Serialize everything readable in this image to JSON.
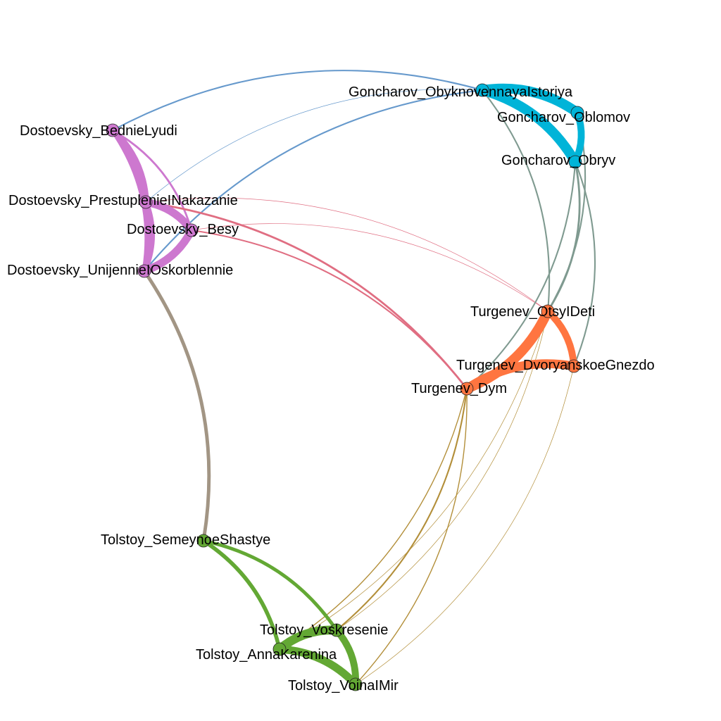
{
  "colors": {
    "dostoevsky": "#cd78cf",
    "goncharov": "#00b4d8",
    "turgenev": "#ff7540",
    "tolstoy": "#63a834",
    "goncharov_dostoevsky": "#6699cc",
    "dostoevsky_turgenev": "#e06e82",
    "goncharov_turgenev": "#7f9a90",
    "turgenev_tolstoy": "#b38f3a",
    "dostoevsky_tolstoy": "#a29584"
  },
  "nodes": [
    {
      "id": "d_bedni",
      "label": "Dostoevsky_BednieLyudi",
      "group": "dostoevsky"
    },
    {
      "id": "d_prest",
      "label": "Dostoevsky_PrestuplenieINakazanie",
      "group": "dostoevsky"
    },
    {
      "id": "d_besy",
      "label": "Dostoevsky_Besy",
      "group": "dostoevsky"
    },
    {
      "id": "d_uni",
      "label": "Dostoevsky_UnijennieIOskorblennie",
      "group": "dostoevsky"
    },
    {
      "id": "g_obyk",
      "label": "Goncharov_ObyknovennayaIstoriya",
      "group": "goncharov"
    },
    {
      "id": "g_oblom",
      "label": "Goncharov_Oblomov",
      "group": "goncharov"
    },
    {
      "id": "g_obryv",
      "label": "Goncharov_Obryv",
      "group": "goncharov"
    },
    {
      "id": "t_otsy",
      "label": "Turgenev_OtsyIDeti",
      "group": "turgenev"
    },
    {
      "id": "t_dvor",
      "label": "Turgenev_DvoryanskoeGnezdo",
      "group": "turgenev"
    },
    {
      "id": "t_dym",
      "label": "Turgenev_Dym",
      "group": "turgenev"
    },
    {
      "id": "l_semey",
      "label": "Tolstoy_SemeynoeShastye",
      "group": "tolstoy"
    },
    {
      "id": "l_voskr",
      "label": "Tolstoy_Voskresenie",
      "group": "tolstoy"
    },
    {
      "id": "l_anna",
      "label": "Tolstoy_AnnaKarenina",
      "group": "tolstoy"
    },
    {
      "id": "l_voina",
      "label": "Tolstoy_VoinaIMir",
      "group": "tolstoy"
    }
  ],
  "edges": [
    {
      "source": "d_bedni",
      "target": "d_prest",
      "weight": 14,
      "color": "dostoevsky"
    },
    {
      "source": "d_bedni",
      "target": "d_besy",
      "weight": 4,
      "color": "dostoevsky"
    },
    {
      "source": "d_bedni",
      "target": "d_uni",
      "weight": 10,
      "color": "dostoevsky"
    },
    {
      "source": "d_prest",
      "target": "d_besy",
      "weight": 16,
      "color": "dostoevsky"
    },
    {
      "source": "d_prest",
      "target": "d_uni",
      "weight": 12,
      "color": "dostoevsky"
    },
    {
      "source": "d_besy",
      "target": "d_uni",
      "weight": 16,
      "color": "dostoevsky"
    },
    {
      "source": "g_obyk",
      "target": "g_oblom",
      "weight": 20,
      "color": "goncharov"
    },
    {
      "source": "g_obyk",
      "target": "g_obryv",
      "weight": 20,
      "color": "goncharov"
    },
    {
      "source": "g_oblom",
      "target": "g_obryv",
      "weight": 14,
      "color": "goncharov"
    },
    {
      "source": "t_otsy",
      "target": "t_dym",
      "weight": 20,
      "color": "turgenev"
    },
    {
      "source": "t_otsy",
      "target": "t_dvor",
      "weight": 14,
      "color": "turgenev"
    },
    {
      "source": "t_dym",
      "target": "t_dvor",
      "weight": 18,
      "color": "turgenev"
    },
    {
      "source": "l_semey",
      "target": "l_anna",
      "weight": 8,
      "color": "tolstoy"
    },
    {
      "source": "l_semey",
      "target": "l_voskr",
      "weight": 7,
      "color": "tolstoy"
    },
    {
      "source": "l_anna",
      "target": "l_voskr",
      "weight": 18,
      "color": "tolstoy"
    },
    {
      "source": "l_anna",
      "target": "l_voina",
      "weight": 16,
      "color": "tolstoy"
    },
    {
      "source": "l_voskr",
      "target": "l_voina",
      "weight": 14,
      "color": "tolstoy"
    },
    {
      "source": "d_bedni",
      "target": "g_obyk",
      "weight": 3,
      "color": "goncharov_dostoevsky"
    },
    {
      "source": "d_prest",
      "target": "g_obyk",
      "weight": 1,
      "color": "goncharov_dostoevsky"
    },
    {
      "source": "d_uni",
      "target": "g_obyk",
      "weight": 3,
      "color": "goncharov_dostoevsky"
    },
    {
      "source": "d_prest",
      "target": "t_otsy",
      "weight": 1,
      "color": "dostoevsky_turgenev"
    },
    {
      "source": "d_prest",
      "target": "t_dym",
      "weight": 4,
      "color": "dostoevsky_turgenev"
    },
    {
      "source": "d_besy",
      "target": "t_dym",
      "weight": 3,
      "color": "dostoevsky_turgenev"
    },
    {
      "source": "d_besy",
      "target": "t_otsy",
      "weight": 1,
      "color": "dostoevsky_turgenev"
    },
    {
      "source": "g_obyk",
      "target": "t_otsy",
      "weight": 3,
      "color": "goncharov_turgenev"
    },
    {
      "source": "g_obryv",
      "target": "t_otsy",
      "weight": 4,
      "color": "goncharov_turgenev"
    },
    {
      "source": "g_obryv",
      "target": "t_dym",
      "weight": 3,
      "color": "goncharov_turgenev"
    },
    {
      "source": "g_obryv",
      "target": "t_dvor",
      "weight": 3,
      "color": "goncharov_turgenev"
    },
    {
      "source": "g_oblom",
      "target": "t_otsy",
      "weight": 3,
      "color": "goncharov_turgenev"
    },
    {
      "source": "d_uni",
      "target": "l_semey",
      "weight": 7,
      "color": "dostoevsky_tolstoy"
    },
    {
      "source": "t_otsy",
      "target": "l_anna",
      "weight": 1,
      "color": "turgenev_tolstoy"
    },
    {
      "source": "t_dym",
      "target": "l_anna",
      "weight": 2,
      "color": "turgenev_tolstoy"
    },
    {
      "source": "t_dym",
      "target": "l_voskr",
      "weight": 3,
      "color": "turgenev_tolstoy"
    },
    {
      "source": "t_dym",
      "target": "l_voina",
      "weight": 2,
      "color": "turgenev_tolstoy"
    },
    {
      "source": "t_dvor",
      "target": "l_voina",
      "weight": 1,
      "color": "turgenev_tolstoy"
    },
    {
      "source": "t_otsy",
      "target": "l_voskr",
      "weight": 1,
      "color": "turgenev_tolstoy"
    }
  ]
}
